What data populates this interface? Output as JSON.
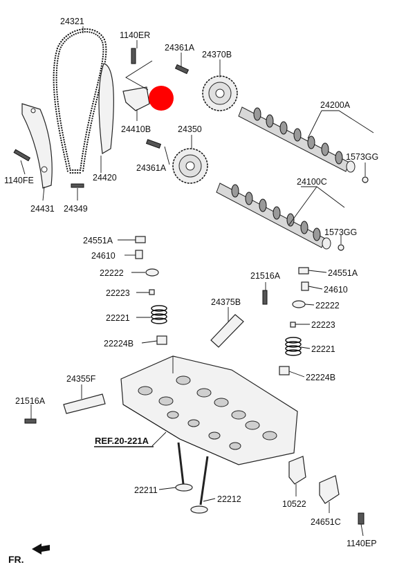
{
  "diagram": {
    "labels": {
      "p24321": "24321",
      "p1140ER": "1140ER",
      "p24361A_top": "24361A",
      "p24370B": "24370B",
      "p24410B": "24410B",
      "p24200A": "24200A",
      "p24350": "24350",
      "p24361A_mid": "24361A",
      "p1573GG_top": "1573GG",
      "p1140FE": "1140FE",
      "p24420": "24420",
      "p24431": "24431",
      "p24349": "24349",
      "p24100C": "24100C",
      "p1573GG_mid": "1573GG",
      "p24551A_left": "24551A",
      "p24610_left": "24610",
      "p22222_left": "22222",
      "p22223_left": "22223",
      "p22221_left": "22221",
      "p22224B_left": "22224B",
      "p21516A_top": "21516A",
      "p24551A_right": "24551A",
      "p24610_right": "24610",
      "p22222_right": "22222",
      "p22223_right": "22223",
      "p22221_right": "22221",
      "p22224B_right": "22224B",
      "p24375B": "24375B",
      "p24355F": "24355F",
      "p21516A_left": "21516A",
      "ref": "REF.20-221A",
      "p22211": "22211",
      "p22212": "22212",
      "p10522": "10522",
      "p24651C": "24651C",
      "p1140EP": "1140EP",
      "front": "FR."
    },
    "highlight_color": "#ff0000"
  }
}
